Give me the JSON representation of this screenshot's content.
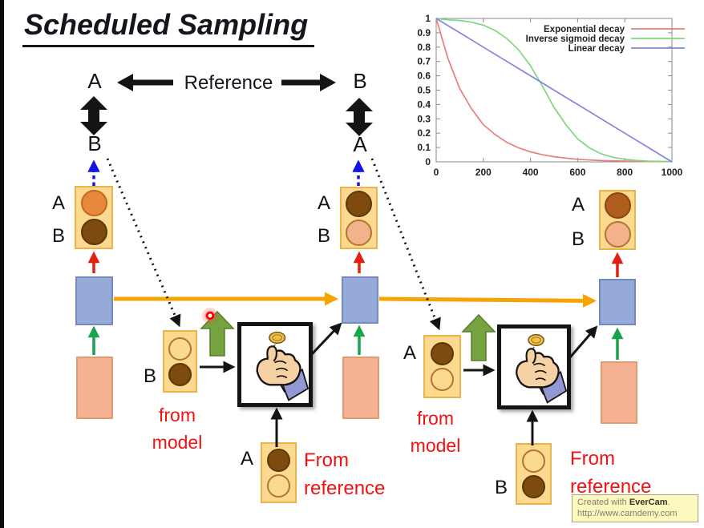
{
  "title": "Scheduled Sampling",
  "reference_label": "Reference",
  "timesteps": [
    {
      "ref_top": "A",
      "ref_bottom": "B",
      "output_labels": [
        "A",
        "B"
      ]
    },
    {
      "ref_top": "B",
      "ref_bottom": "A",
      "output_labels": [
        "A",
        "B"
      ]
    },
    {
      "output_labels": [
        "A",
        "B"
      ]
    }
  ],
  "model_samples": [
    {
      "label": "B",
      "caption": [
        "from",
        "model"
      ]
    },
    {
      "label": "A",
      "caption": [
        "from",
        "model"
      ]
    }
  ],
  "reference_samples": [
    {
      "label": "A",
      "caption": [
        "From",
        "reference"
      ]
    },
    {
      "label": "B",
      "caption": [
        "From",
        "reference"
      ]
    }
  ],
  "watermark": {
    "prefix": "Created with ",
    "brand": "EverCam",
    "suffix": ".",
    "url": "http://www.camdemy.com"
  },
  "icons": {
    "coin_flip": "hand-flipping-coin-icon",
    "laser_pointer": "laser-pointer-dot",
    "reference_arrows": "thick-black-arrows",
    "swap_arrows": "double-headed-vertical-arrow"
  },
  "colors": {
    "token_box": "#fbd98f",
    "token_box_border": "#eab44c",
    "rnn_box": "#96aad8",
    "input_box": "#f5b191",
    "circle_orange": "#e8883c",
    "circle_dark_brown": "#7d4a10",
    "circle_rust": "#b05e1e",
    "circle_salmon": "#f2b28c",
    "caption_red": "#f31111",
    "recurrent_yellow": "#f5a400",
    "green_block_arrow": "#74a340",
    "blue_dashed_arrow": "#1414e8"
  },
  "chart_data": {
    "type": "line",
    "title": "",
    "xlabel": "",
    "ylabel": "",
    "xlim": [
      0,
      1000
    ],
    "ylim": [
      0,
      1
    ],
    "x_ticks": [
      "0",
      "200",
      "400",
      "600",
      "800",
      "1000"
    ],
    "y_ticks": [
      "0",
      "0.1",
      "0.2",
      "0.3",
      "0.4",
      "0.5",
      "0.6",
      "0.7",
      "0.8",
      "0.9",
      "1"
    ],
    "grid": false,
    "legend_position": "top-right",
    "x": [
      0,
      50,
      100,
      150,
      200,
      250,
      300,
      350,
      400,
      450,
      500,
      550,
      600,
      650,
      700,
      750,
      800,
      850,
      900,
      950,
      1000
    ],
    "series": [
      {
        "name": "Exponential decay",
        "color": "#e87e7e",
        "values": [
          1.0,
          0.72,
          0.51,
          0.37,
          0.26,
          0.19,
          0.135,
          0.097,
          0.07,
          0.05,
          0.036,
          0.026,
          0.018,
          0.013,
          0.009,
          0.007,
          0.005,
          0.003,
          0.002,
          0.002,
          0.001
        ]
      },
      {
        "name": "Inverse sigmoid decay",
        "color": "#7cd87c",
        "values": [
          1.0,
          0.99,
          0.986,
          0.974,
          0.953,
          0.916,
          0.86,
          0.78,
          0.67,
          0.53,
          0.38,
          0.26,
          0.16,
          0.097,
          0.056,
          0.032,
          0.018,
          0.01,
          0.005,
          0.003,
          0.002
        ]
      },
      {
        "name": "Linear decay",
        "color": "#8484e0",
        "values": [
          1.0,
          0.95,
          0.9,
          0.85,
          0.8,
          0.75,
          0.7,
          0.65,
          0.6,
          0.55,
          0.5,
          0.45,
          0.4,
          0.35,
          0.3,
          0.25,
          0.2,
          0.15,
          0.1,
          0.05,
          0.0
        ]
      }
    ]
  }
}
